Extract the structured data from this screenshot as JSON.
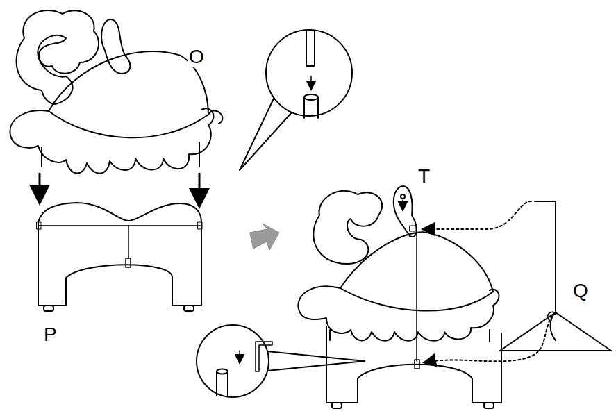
{
  "diagram": {
    "labels": [
      "O",
      "P",
      "T",
      "Q"
    ]
  }
}
